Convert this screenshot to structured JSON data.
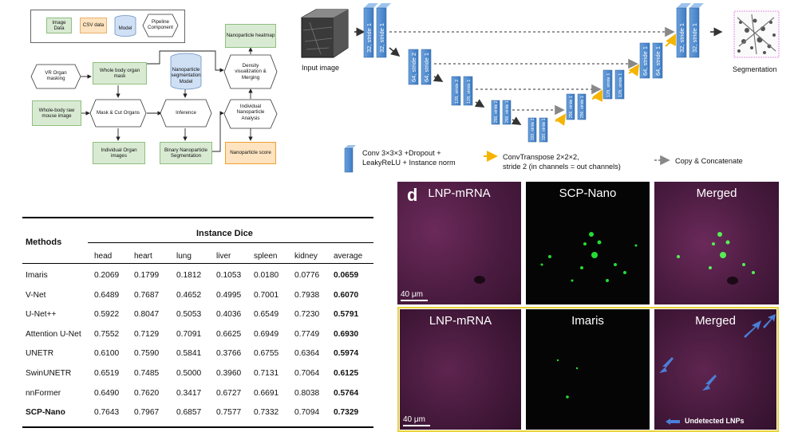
{
  "flowchart": {
    "legend": {
      "image_data": "Image Data",
      "csv_data": "CSV data",
      "model": "Model",
      "pipeline": "Pipeline Component"
    },
    "nodes": {
      "vr_organ": "VR Organ masking",
      "whole_body_mask": "Whole body organ mask",
      "raw_image": "Whole-body raw mouse image",
      "mask_cut": "Mask & Cut Organs",
      "organ_images": "Individual Organ images",
      "seg_model": "Nanoparticle segmentation Model",
      "inference": "Inference",
      "binary_seg": "Binary Nanoparticle Segmentation",
      "heatmap": "Nanoparticle heatmap",
      "density": "Density visualization & Merging",
      "analysis": "Individual Nanoparticle Analysis",
      "score": "Nanoparticle score"
    }
  },
  "unet": {
    "input_label": "Input image",
    "output_label": "Segmentation",
    "enc1a": "32, stride 1",
    "enc1b": "32, stride 1",
    "enc2a": "64, stride 2",
    "enc2b": "64, stride 1",
    "enc3a": "128, stride 2",
    "enc3b": "128, stride 1",
    "enc4a": "256, stride 2",
    "enc4b": "256, stride 1",
    "bot": "320, stride 2",
    "bot2": "320, stride 1",
    "dec4a": "256, stride 1",
    "dec4b": "256, stride 1",
    "dec3a": "128, stride 1",
    "dec3b": "128, stride 1",
    "dec2a": "64, stride 1",
    "dec2b": "64, stride 1",
    "dec1a": "32, stride 1",
    "dec1b": "32, stride 1",
    "legend_conv": "Conv 3×3×3 +Dropout + LeakyReLU + Instance norm",
    "legend_convt_1": "ConvTranspose 2×2×2,",
    "legend_convt_2": "stride 2 (in channels = out channels)",
    "legend_copy": "Copy & Concatenate"
  },
  "table": {
    "methods_header": "Methods",
    "group_header": "Instance Dice",
    "columns": [
      "head",
      "heart",
      "lung",
      "liver",
      "spleen",
      "kidney",
      "average"
    ],
    "rows": [
      {
        "method": "Imaris",
        "values": [
          "0.2069",
          "0.1799",
          "0.1812",
          "0.1053",
          "0.0180",
          "0.0776",
          "0.0659"
        ]
      },
      {
        "method": "V-Net",
        "values": [
          "0.6489",
          "0.7687",
          "0.4652",
          "0.4995",
          "0.7001",
          "0.7938",
          "0.6070"
        ]
      },
      {
        "method": "U-Net++",
        "values": [
          "0.5922",
          "0.8047",
          "0.5053",
          "0.4036",
          "0.6549",
          "0.7230",
          "0.5791"
        ]
      },
      {
        "method": "Attention U-Net",
        "values": [
          "0.7552",
          "0.7129",
          "0.7091",
          "0.6625",
          "0.6949",
          "0.7749",
          "0.6930"
        ]
      },
      {
        "method": "UNETR",
        "values": [
          "0.6100",
          "0.7590",
          "0.5841",
          "0.3766",
          "0.6755",
          "0.6364",
          "0.5974"
        ]
      },
      {
        "method": "SwinUNETR",
        "values": [
          "0.6519",
          "0.7485",
          "0.5000",
          "0.3960",
          "0.7131",
          "0.7064",
          "0.6125"
        ]
      },
      {
        "method": "nnFormer",
        "values": [
          "0.6490",
          "0.7620",
          "0.3417",
          "0.6727",
          "0.6691",
          "0.8038",
          "0.5764"
        ]
      },
      {
        "method": "SCP-Nano",
        "values": [
          "0.7643",
          "0.7967",
          "0.6857",
          "0.7577",
          "0.7332",
          "0.7094",
          "0.7329"
        ]
      }
    ]
  },
  "micro": {
    "panel_letter": "d",
    "row1": [
      "LNP-mRNA",
      "SCP-Nano",
      "Merged"
    ],
    "row2": [
      "LNP-mRNA",
      "Imaris",
      "Merged"
    ],
    "scale": "40 μm",
    "undetected": "Undetected LNPs",
    "colors": {
      "magenta": "#5a1f4a",
      "green": "#22dd33",
      "arrow": "#4a7fd8",
      "frame": "#e8d23a"
    }
  }
}
